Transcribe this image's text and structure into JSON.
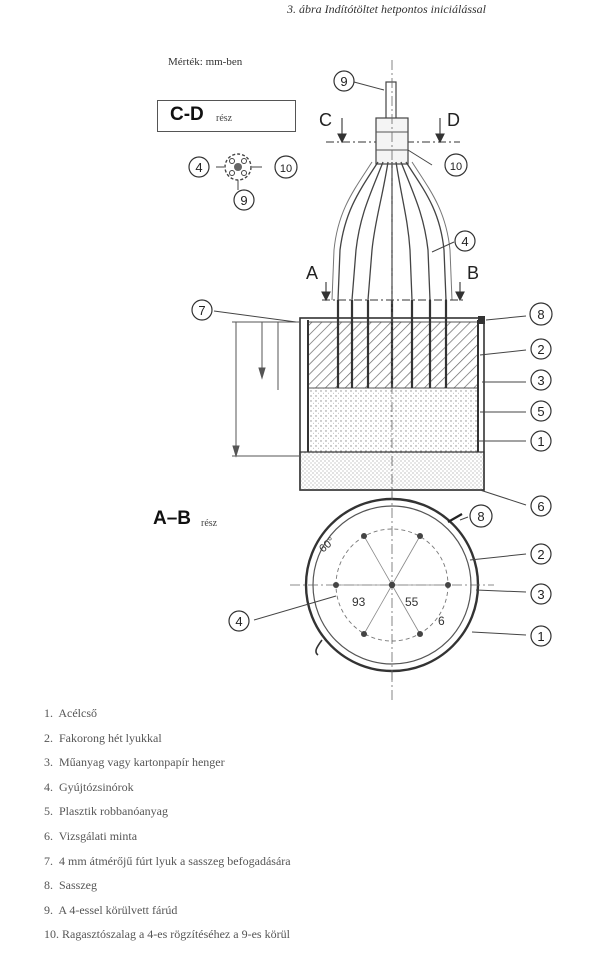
{
  "caption": {
    "number": "3.",
    "abra": "ábra",
    "text": "Indítótöltet hetpontos iniciálással"
  },
  "units_note": "Mérték: mm-ben",
  "section_cd": {
    "title": "C-D",
    "suffix": "rész"
  },
  "section_ab": {
    "title": "A–B",
    "suffix": "rész"
  },
  "cut_marks": {
    "a": "A",
    "b": "B",
    "c": "C",
    "d": "D"
  },
  "callouts": [
    "1",
    "2",
    "3",
    "4",
    "5",
    "6",
    "7",
    "8",
    "9",
    "10"
  ],
  "dimensions": {
    "angle": "60°",
    "d1": "93",
    "d2": "55",
    "d3": "6"
  },
  "legend": [
    {
      "n": "1.",
      "text": "Acélcső"
    },
    {
      "n": "2.",
      "text": "Fakorong hét lyukkal"
    },
    {
      "n": "3.",
      "text": "Műanyag vagy kartonpapír henger"
    },
    {
      "n": "4.",
      "text": "Gyújtózsinórok"
    },
    {
      "n": "5.",
      "text": "Plasztik robbanóanyag"
    },
    {
      "n": "6.",
      "text": "Vizsgálati minta"
    },
    {
      "n": "7.",
      "text": "4 mm átmérőjű fúrt lyuk a sasszeg befogadására"
    },
    {
      "n": "8.",
      "text": "Sasszeg"
    },
    {
      "n": "9.",
      "text": "A 4-essel körülvett fárúd"
    },
    {
      "n": "10.",
      "text": "Ragasztószalag a 4-es rögzítéséhez a 9-es körül"
    }
  ]
}
